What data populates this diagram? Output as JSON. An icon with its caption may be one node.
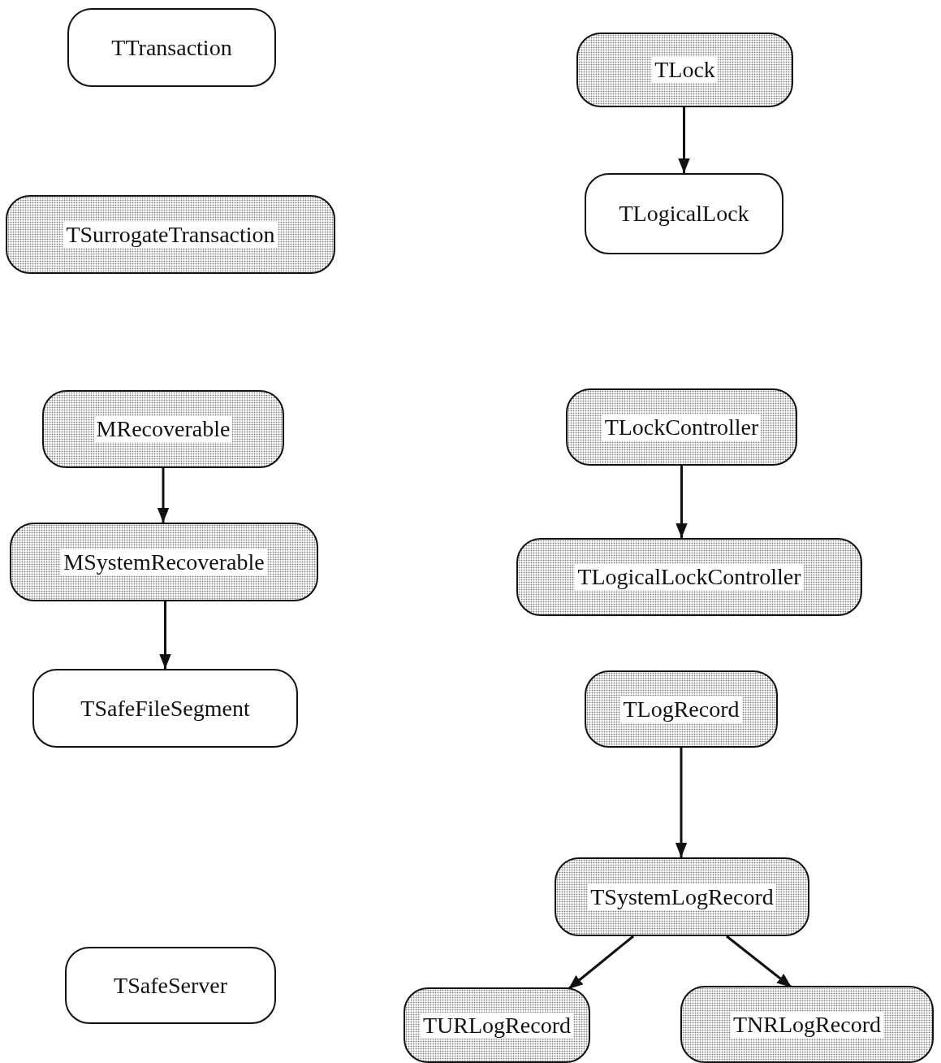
{
  "diagram": {
    "nodes": [
      {
        "text": [
          "TTransaction"
        ]
      },
      {
        "text": [
          "TLock"
        ]
      },
      {
        "text": [
          "TLogicalLock"
        ]
      },
      {
        "text": [
          "TSurrogateTransaction"
        ]
      },
      {
        "text": [
          "MRecoverable"
        ]
      },
      {
        "text": [
          "TLockController"
        ]
      },
      {
        "text": [
          "MSystemRecoverable"
        ]
      },
      {
        "text": [
          "TLogicalLockController"
        ]
      },
      {
        "text": [
          "TSafeFileSegment"
        ]
      },
      {
        "text": [
          "TLogRecord"
        ]
      },
      {
        "text": [
          "TSystemLogRecord"
        ]
      },
      {
        "text": [
          "TSafeServer"
        ]
      },
      {
        "text": [
          "TURLogRecord"
        ]
      },
      {
        "text": [
          "TNRLogRecord"
        ]
      }
    ],
    "edges": [
      {
        "from": 1,
        "to": 2,
        "arrow": "to"
      },
      {
        "from": 4,
        "to": 6,
        "arrow": "to"
      },
      {
        "from": 6,
        "to": 8,
        "arrow": "to"
      },
      {
        "from": 5,
        "to": 7,
        "arrow": "to"
      },
      {
        "from": 9,
        "to": 10,
        "arrow": "to"
      },
      {
        "from": 10,
        "to": 12,
        "arrow": "to"
      },
      {
        "from": 10,
        "to": 13,
        "arrow": "to"
      }
    ]
  }
}
